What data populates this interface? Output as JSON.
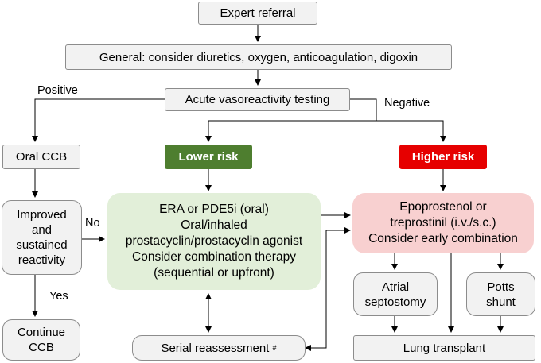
{
  "nodes": {
    "expert_referral": "Expert referral",
    "general": "General: consider diuretics, oxygen, anticoagulation, digoxin",
    "vasoreactivity": "Acute vasoreactivity testing",
    "oral_ccb": "Oral CCB",
    "lower_risk": "Lower risk",
    "higher_risk": "Higher risk",
    "improved": [
      "Improved",
      "and",
      "sustained",
      "reactivity"
    ],
    "continue_ccb": [
      "Continue",
      "CCB"
    ],
    "lower_therapy": [
      "ERA or PDE5i (oral)",
      "Oral/inhaled",
      "prostacyclin/prostacyclin agonist",
      "Consider combination therapy",
      "(sequential or upfront)"
    ],
    "higher_therapy": [
      "Epoprostenol or",
      "treprostinil (i.v./s.c.)",
      "Consider early combination"
    ],
    "atrial_septostomy": [
      "Atrial",
      "septostomy"
    ],
    "potts_shunt": [
      "Potts",
      "shunt"
    ],
    "serial_reassessment": "Serial reassessment",
    "serial_note_mark": "#",
    "lung_transplant": "Lung transplant"
  },
  "edge_labels": {
    "positive": "Positive",
    "negative": "Negative",
    "no": "No",
    "yes": "Yes"
  },
  "colors": {
    "lower_risk_fill": "#4e7e2f",
    "higher_risk_fill": "#e60000",
    "lower_therapy_fill": "#e2efd9",
    "higher_therapy_fill": "#f8d0d0",
    "node_fill": "#f2f2f2",
    "node_border": "#8c8c8c",
    "arrow": "#000000"
  }
}
